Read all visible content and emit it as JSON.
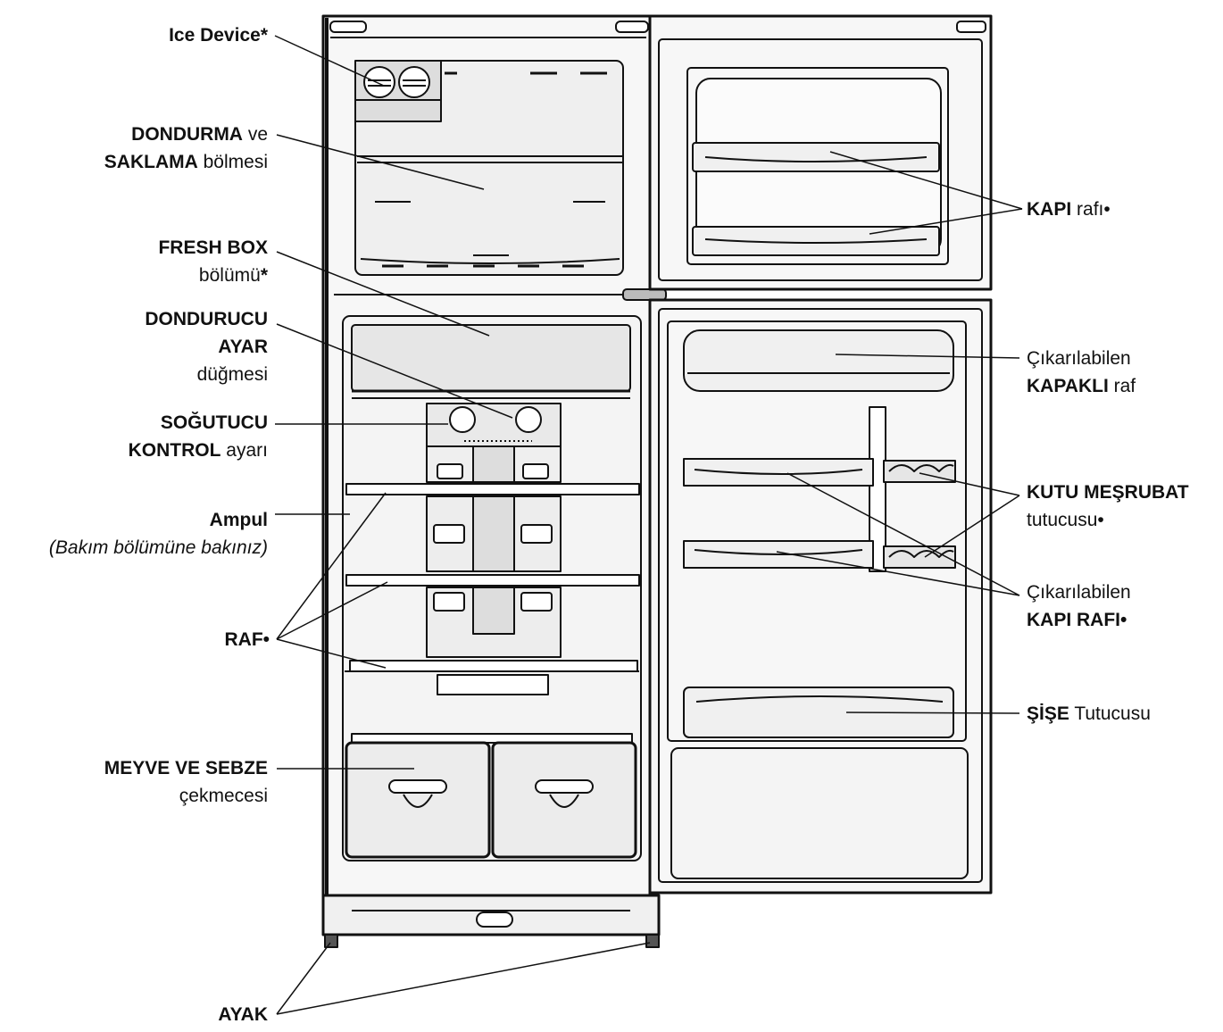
{
  "labels": {
    "ice_device": {
      "l1b": "Ice Device",
      "l1": "*"
    },
    "freezer_comp": {
      "l1b": "DONDURMA",
      "l1": " ve",
      "l2b": "SAKLAMA",
      "l2": " bölmesi"
    },
    "fresh_box": {
      "l1b": "FRESH BOX",
      "l2": "bölümü",
      "l2b": "*"
    },
    "freezer_knob": {
      "l1b": "DONDURUCU",
      "l2b": "AYAR",
      "l3": "düğmesi"
    },
    "cooler_knob": {
      "l1b": "SOĞUTUCU",
      "l2b": "KONTROL",
      "l2": " ayarı"
    },
    "lamp": {
      "l1b": "Ampul",
      "l2i": "(Bakım bölümüne bakınız)"
    },
    "shelf": {
      "l1b": "RAF•"
    },
    "crisper": {
      "l1b": "MEYVE VE SEBZE",
      "l2": "çekmecesi"
    },
    "feet": {
      "l1b": "AYAK"
    },
    "door_shelf": {
      "l1b": "KAPI",
      "l1": " rafı•"
    },
    "lidded_shelf": {
      "l1": "Çıkarılabilen",
      "l2b": "KAPAKLI",
      "l2": " raf"
    },
    "can_holder": {
      "l1b": "KUTU MEŞRUBAT",
      "l2": "tutucusu•"
    },
    "rem_door_shelf": {
      "l1": "Çıkarılabilen",
      "l2b": "KAPI RAFI•"
    },
    "bottle_holder": {
      "l1b": "ŞİŞE",
      "l1": " Tutucusu"
    }
  },
  "colors": {
    "ink": "#111111",
    "fill": "#f2f2f2",
    "shade": "#d9d9d9",
    "white": "#ffffff"
  }
}
